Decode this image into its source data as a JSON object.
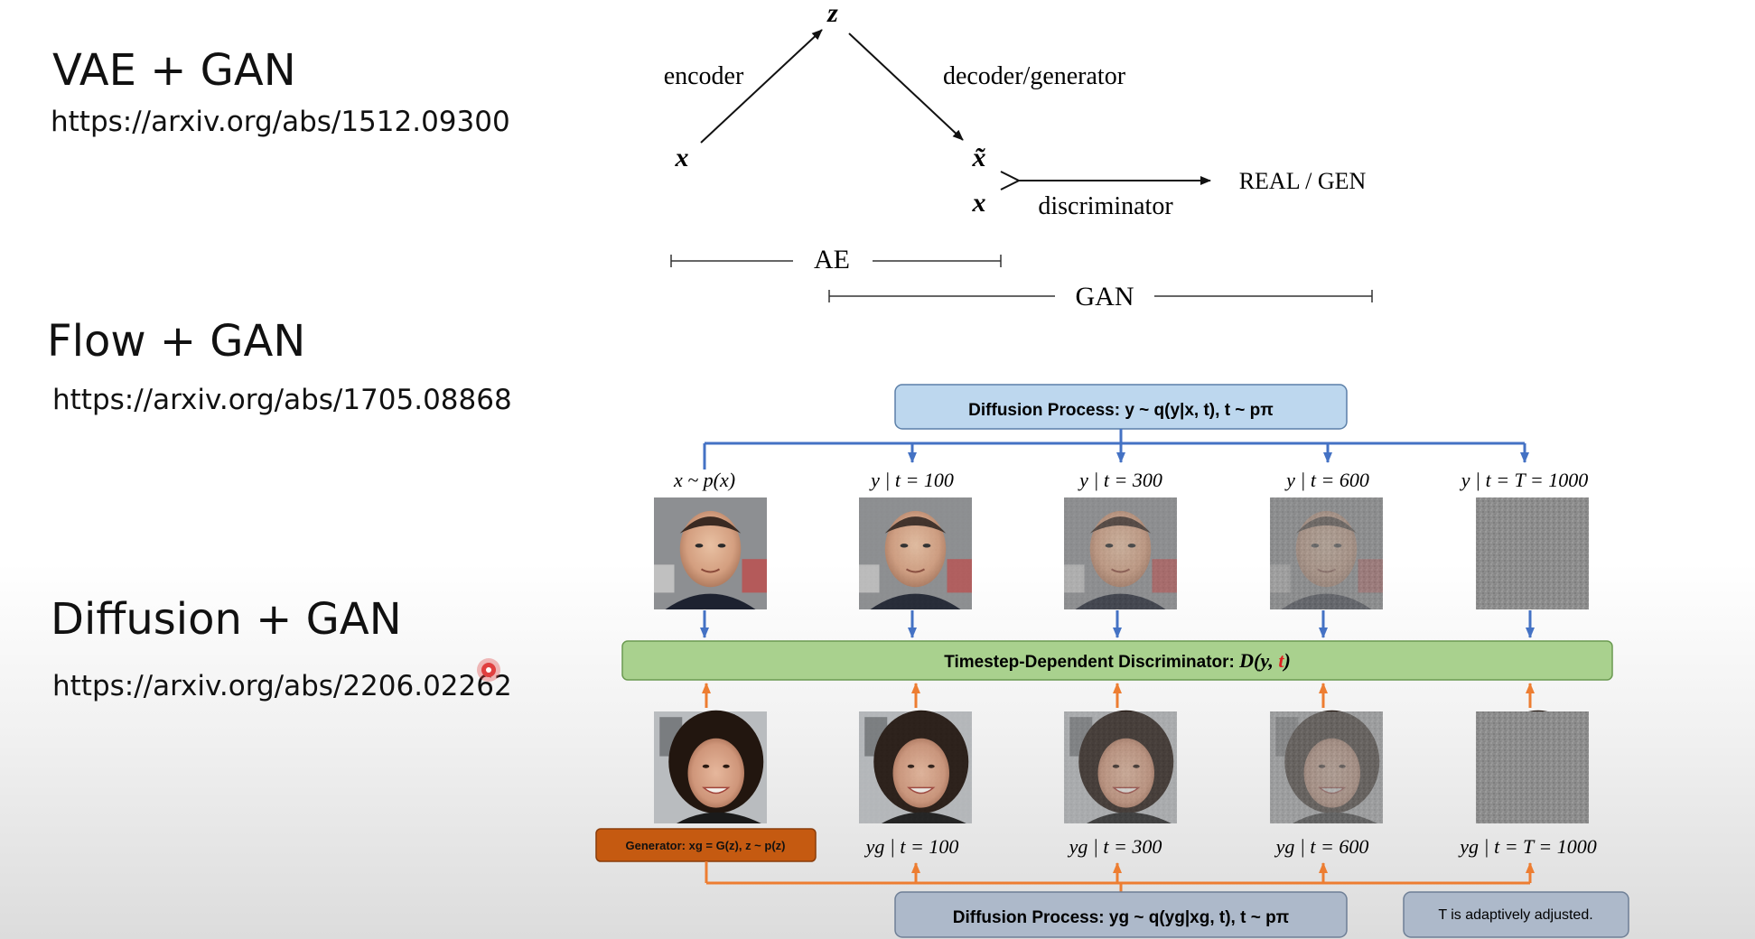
{
  "sections": [
    {
      "title": "VAE + GAN",
      "url": "https://arxiv.org/abs/1512.09300"
    },
    {
      "title": "Flow + GAN",
      "url": "https://arxiv.org/abs/1705.08868"
    },
    {
      "title": "Diffusion + GAN",
      "url": "https://arxiv.org/abs/2206.02262"
    }
  ],
  "vaegan": {
    "z": "z",
    "x": "x",
    "x_tilde": "x̃",
    "x2": "x",
    "encoder": "encoder",
    "decoder": "decoder/generator",
    "discriminator": "discriminator",
    "output": "REAL / GEN",
    "ae": "AE",
    "gan": "GAN"
  },
  "diffusion": {
    "top_process": "Diffusion Process:  y ~ q(y|x, t), t ~ pπ",
    "top_labels": [
      "x ~ p(x)",
      "y | t = 100",
      "y | t = 300",
      "y | t = 600",
      "y | t = T = 1000"
    ],
    "discriminator_prefix": "Timestep-Dependent Discriminator: ",
    "discriminator_formula_a": "D(y, ",
    "discriminator_formula_t": "t",
    "discriminator_formula_b": ")",
    "generator": "Generator: xg = G(z), z ~ p(z)",
    "bottom_labels": [
      "yg | t = 100",
      "yg | t = 300",
      "yg | t = 600",
      "yg | t = T = 1000"
    ],
    "bottom_process": "Diffusion Process:  yg ~ q(yg|xg, t), t ~ pπ",
    "note": "T is adaptively adjusted.",
    "noise_levels": [
      0,
      0.1,
      0.35,
      0.65,
      1.0
    ]
  },
  "colors": {
    "blue_box": "#bdd7ee",
    "blue_line": "#4472c4",
    "green_box": "#a9d18e",
    "orange_box": "#c55a11",
    "orange_line": "#ed7d31",
    "gray_box": "#adb9ca"
  }
}
